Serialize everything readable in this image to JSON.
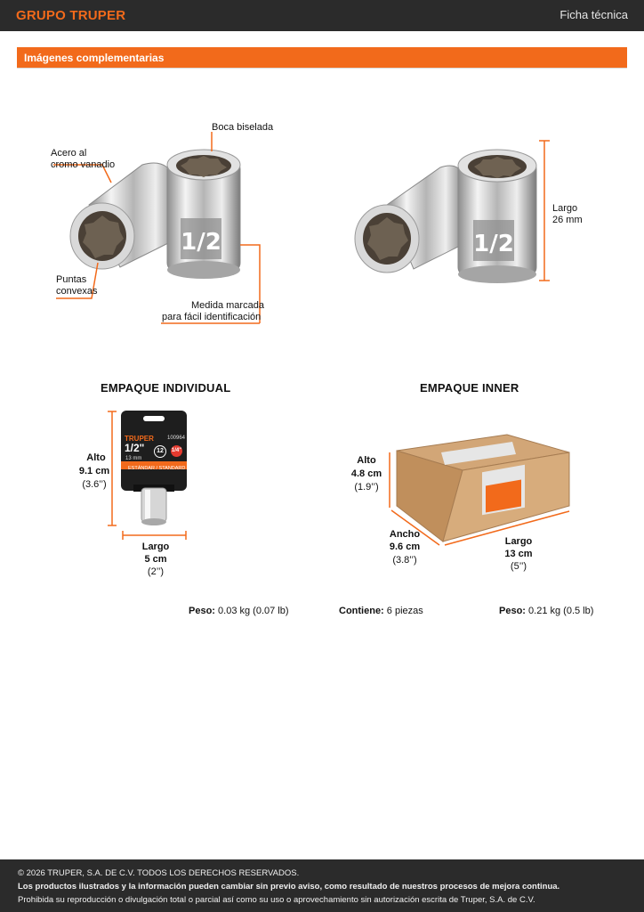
{
  "header": {
    "brand": "GRUPO TRUPER",
    "doc_type": "Ficha técnica"
  },
  "section": {
    "title": "Imágenes complementarias"
  },
  "callouts": {
    "boca": "Boca biselada",
    "acero_1": "Acero al",
    "acero_2": "cromo vanadio",
    "puntas_1": "Puntas",
    "puntas_2": "convexas",
    "medida_1": "Medida marcada",
    "medida_2": "para fácil identificación",
    "largo_1": "Largo",
    "largo_2": "26 mm"
  },
  "socket_mark": "1/2",
  "individual": {
    "heading": "EMPAQUE INDIVIDUAL",
    "alto_label": "Alto",
    "alto_cm": "9.1 cm",
    "alto_in": "(3.6’’)",
    "largo_label": "Largo",
    "largo_cm": "5 cm",
    "largo_in": "(2’’)",
    "card": {
      "brand": "TRUPER",
      "code": "100964",
      "size": "1/2\"",
      "size_mm": "13 mm",
      "points": "12",
      "drive": "1/4\"",
      "std": "ESTÁNDAR / STANDARD"
    }
  },
  "inner": {
    "heading": "EMPAQUE INNER",
    "alto_label": "Alto",
    "alto_cm": "4.8 cm",
    "alto_in": "(1.9’’)",
    "ancho_label": "Ancho",
    "ancho_cm": "9.6 cm",
    "ancho_in": "(3.8’’)",
    "largo_label": "Largo",
    "largo_cm": "13 cm",
    "largo_in": "(5’’)"
  },
  "specs": {
    "peso_ind_label": "Peso:",
    "peso_ind_value": "0.03 kg (0.07 lb)",
    "contiene_label": "Contiene:",
    "contiene_value": "6 piezas",
    "peso_inner_label": "Peso:",
    "peso_inner_value": "0.21 kg (0.5 lb)"
  },
  "footer": {
    "line1": "© 2026 TRUPER, S.A. DE C.V. TODOS LOS DERECHOS RESERVADOS.",
    "line2": "Los productos ilustrados y la información pueden cambiar sin previo aviso, como resultado de nuestros procesos de mejora continua.",
    "line3": "Prohibida su reproducción o divulgación total o parcial así como su uso o aprovechamiento sin autorización escrita de Truper, S.A. de C.V."
  },
  "colors": {
    "accent": "#f26a1b",
    "dark": "#2b2b2b"
  }
}
